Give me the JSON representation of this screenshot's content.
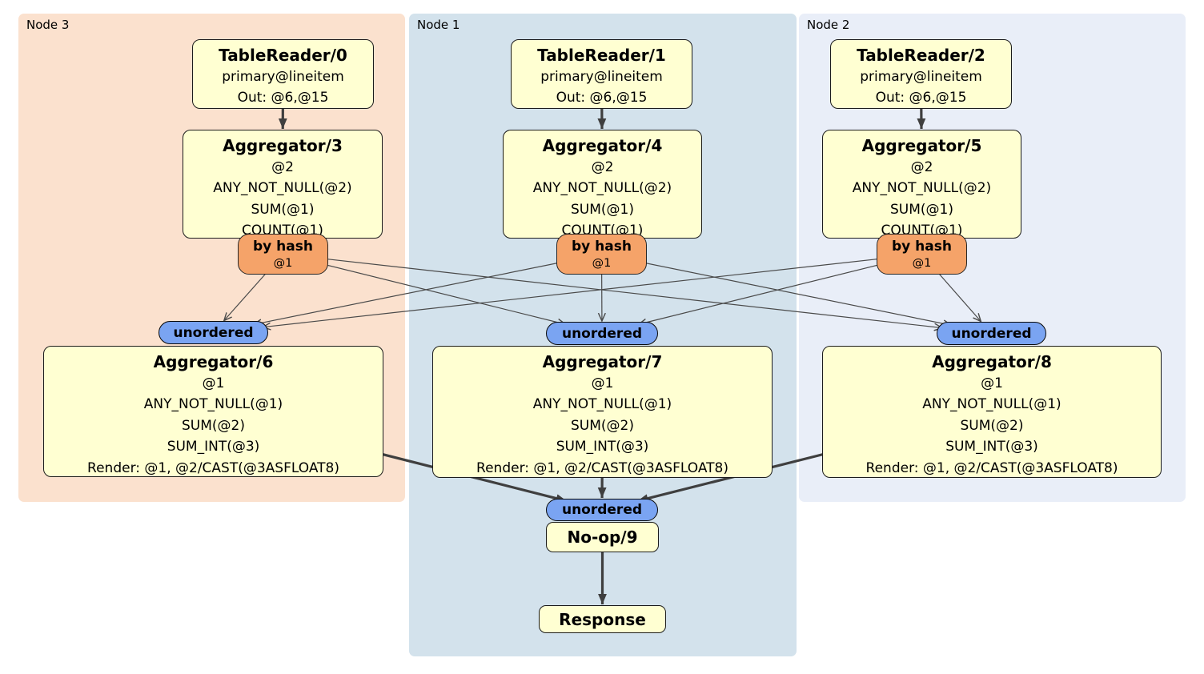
{
  "groups": [
    {
      "id": "node3",
      "label": "Node 3",
      "color": "#fbe1ce"
    },
    {
      "id": "node1",
      "label": "Node 1",
      "color": "#d3e2ec"
    },
    {
      "id": "node2",
      "label": "Node 2",
      "color": "#e9eef8"
    }
  ],
  "processors": {
    "tr0": {
      "title": "TableReader/0",
      "lines": [
        "primary@lineitem",
        "Out: @6,@15"
      ]
    },
    "tr1": {
      "title": "TableReader/1",
      "lines": [
        "primary@lineitem",
        "Out: @6,@15"
      ]
    },
    "tr2": {
      "title": "TableReader/2",
      "lines": [
        "primary@lineitem",
        "Out: @6,@15"
      ]
    },
    "agg3": {
      "title": "Aggregator/3",
      "lines": [
        "@2",
        "ANY_NOT_NULL(@2)",
        "SUM(@1)",
        "COUNT(@1)"
      ]
    },
    "agg4": {
      "title": "Aggregator/4",
      "lines": [
        "@2",
        "ANY_NOT_NULL(@2)",
        "SUM(@1)",
        "COUNT(@1)"
      ]
    },
    "agg5": {
      "title": "Aggregator/5",
      "lines": [
        "@2",
        "ANY_NOT_NULL(@2)",
        "SUM(@1)",
        "COUNT(@1)"
      ]
    },
    "bh3": {
      "title": "by hash",
      "lines": [
        "@1"
      ]
    },
    "bh4": {
      "title": "by hash",
      "lines": [
        "@1"
      ]
    },
    "bh5": {
      "title": "by hash",
      "lines": [
        "@1"
      ]
    },
    "u6": {
      "title": "unordered"
    },
    "u7": {
      "title": "unordered"
    },
    "u8": {
      "title": "unordered"
    },
    "agg6": {
      "title": "Aggregator/6",
      "lines": [
        "@1",
        "ANY_NOT_NULL(@1)",
        "SUM(@2)",
        "SUM_INT(@3)",
        "Render: @1, @2/CAST(@3ASFLOAT8)"
      ]
    },
    "agg7": {
      "title": "Aggregator/7",
      "lines": [
        "@1",
        "ANY_NOT_NULL(@1)",
        "SUM(@2)",
        "SUM_INT(@3)",
        "Render: @1, @2/CAST(@3ASFLOAT8)"
      ]
    },
    "agg8": {
      "title": "Aggregator/8",
      "lines": [
        "@1",
        "ANY_NOT_NULL(@1)",
        "SUM(@2)",
        "SUM_INT(@3)",
        "Render: @1, @2/CAST(@3ASFLOAT8)"
      ]
    },
    "u9": {
      "title": "unordered"
    },
    "noop9": {
      "title": "No-op/9"
    },
    "resp": {
      "title": "Response"
    }
  },
  "edges": [
    {
      "from": "tr0",
      "to": "agg3",
      "kind": "thick"
    },
    {
      "from": "tr1",
      "to": "agg4",
      "kind": "thick"
    },
    {
      "from": "tr2",
      "to": "agg5",
      "kind": "thick"
    },
    {
      "from": "bh3",
      "to": "u6",
      "kind": "thin"
    },
    {
      "from": "bh3",
      "to": "u7",
      "kind": "thin"
    },
    {
      "from": "bh3",
      "to": "u8",
      "kind": "thin"
    },
    {
      "from": "bh4",
      "to": "u6",
      "kind": "thin"
    },
    {
      "from": "bh4",
      "to": "u7",
      "kind": "thin"
    },
    {
      "from": "bh4",
      "to": "u8",
      "kind": "thin"
    },
    {
      "from": "bh5",
      "to": "u6",
      "kind": "thin"
    },
    {
      "from": "bh5",
      "to": "u7",
      "kind": "thin"
    },
    {
      "from": "bh5",
      "to": "u8",
      "kind": "thin"
    },
    {
      "from": "agg6",
      "to": "u9",
      "kind": "thick"
    },
    {
      "from": "agg7",
      "to": "u9",
      "kind": "thick"
    },
    {
      "from": "agg8",
      "to": "u9",
      "kind": "thick"
    },
    {
      "from": "noop9",
      "to": "resp",
      "kind": "thick"
    }
  ],
  "colors": {
    "processor_fill": "#ffffd2",
    "router_fill": "#f5a369",
    "sync_fill": "#7aa4f2",
    "edge_thin": "#4a4a4a",
    "edge_thick": "#3f3f3f"
  }
}
